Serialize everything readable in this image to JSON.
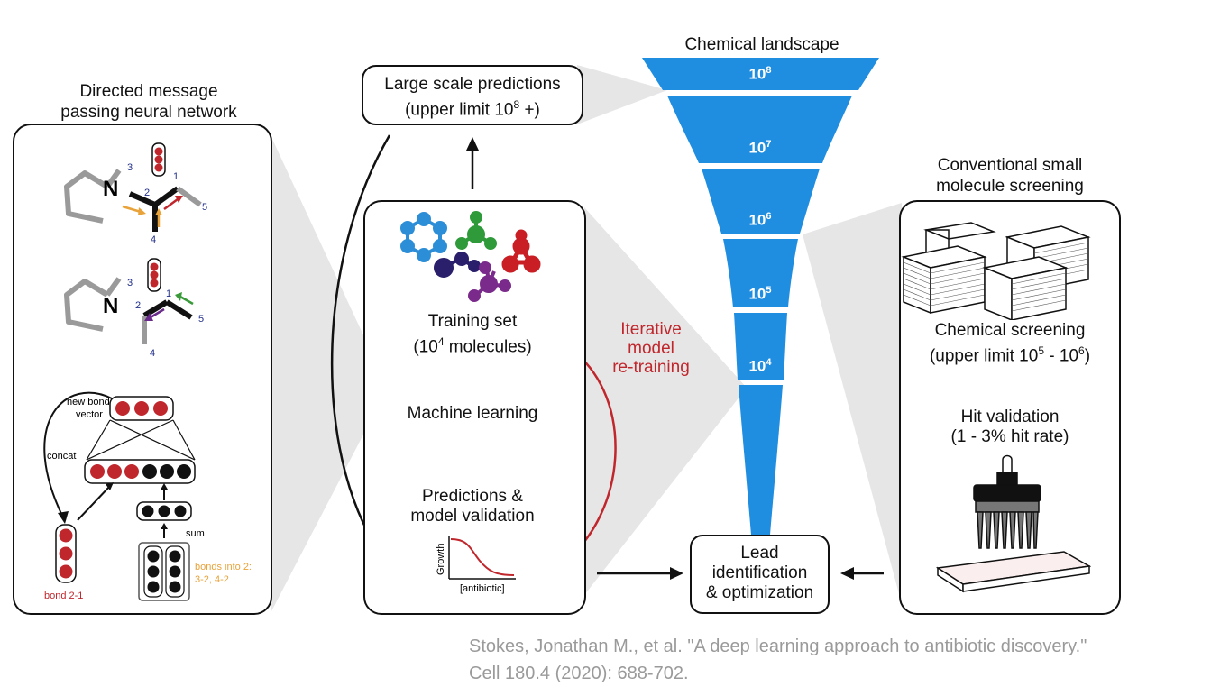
{
  "left_panel": {
    "title_line1": "Directed message",
    "title_line2": "passing neural network",
    "atom_N": "N",
    "atom_labels_top": [
      "3",
      "2",
      "1",
      "4",
      "5"
    ],
    "atom_labels_mid": [
      "3",
      "2",
      "1",
      "4",
      "5"
    ],
    "new_bond_line1": "new bond",
    "new_bond_line2": "vector",
    "concat": "concat",
    "sum": "sum",
    "bond_label": "bond 2-1",
    "bonds_into_line1": "bonds into 2:",
    "bonds_into_line2": "3-2, 4-2"
  },
  "center": {
    "large_scale_line1": "Large scale predictions",
    "large_scale_line2_a": "(upper limit 10",
    "large_scale_line2_sup": "8",
    "large_scale_line2_b": " +)",
    "training_line1": "Training set",
    "training_line2_a": "(10",
    "training_line2_sup": "4",
    "training_line2_b": " molecules)",
    "machine_learning": "Machine learning",
    "predictions_line1": "Predictions &",
    "predictions_line2": "model validation",
    "plot_ylabel": "Growth",
    "plot_xlabel": "[antibiotic]",
    "iterative_line1": "Iterative",
    "iterative_line2": "model",
    "iterative_line3": "re-training"
  },
  "funnel": {
    "title": "Chemical landscape",
    "tiers": [
      {
        "base": "10",
        "exp": "8"
      },
      {
        "base": "10",
        "exp": "7"
      },
      {
        "base": "10",
        "exp": "6"
      },
      {
        "base": "10",
        "exp": "5"
      },
      {
        "base": "10",
        "exp": "4"
      }
    ],
    "color": "#1f8de0"
  },
  "lead": {
    "line1": "Lead",
    "line2": "identification",
    "line3": "& optimization"
  },
  "right_panel": {
    "title_line1": "Conventional small",
    "title_line2": "molecule screening",
    "screen_line1": "Chemical screening",
    "screen_line2_a": "(upper limit 10",
    "screen_line2_sup1": "5",
    "screen_line2_b": " - 10",
    "screen_line2_sup2": "6",
    "screen_line2_c": ")",
    "hit_line1": "Hit validation",
    "hit_line2": "(1 - 3% hit rate)"
  },
  "citation": {
    "line1": "Stokes, Jonathan M., et al. \"A deep learning approach to antibiotic discovery.\"",
    "line2": "Cell 180.4 (2020): 688-702."
  },
  "colors": {
    "red": "#c0272d",
    "orange": "#e8a33a",
    "green": "#3a9a3a",
    "purple": "#6a2a8a",
    "gray_bond": "#9a9a9a",
    "funnel_blue": "#1f8de0",
    "shade": "#e6e6e6"
  }
}
